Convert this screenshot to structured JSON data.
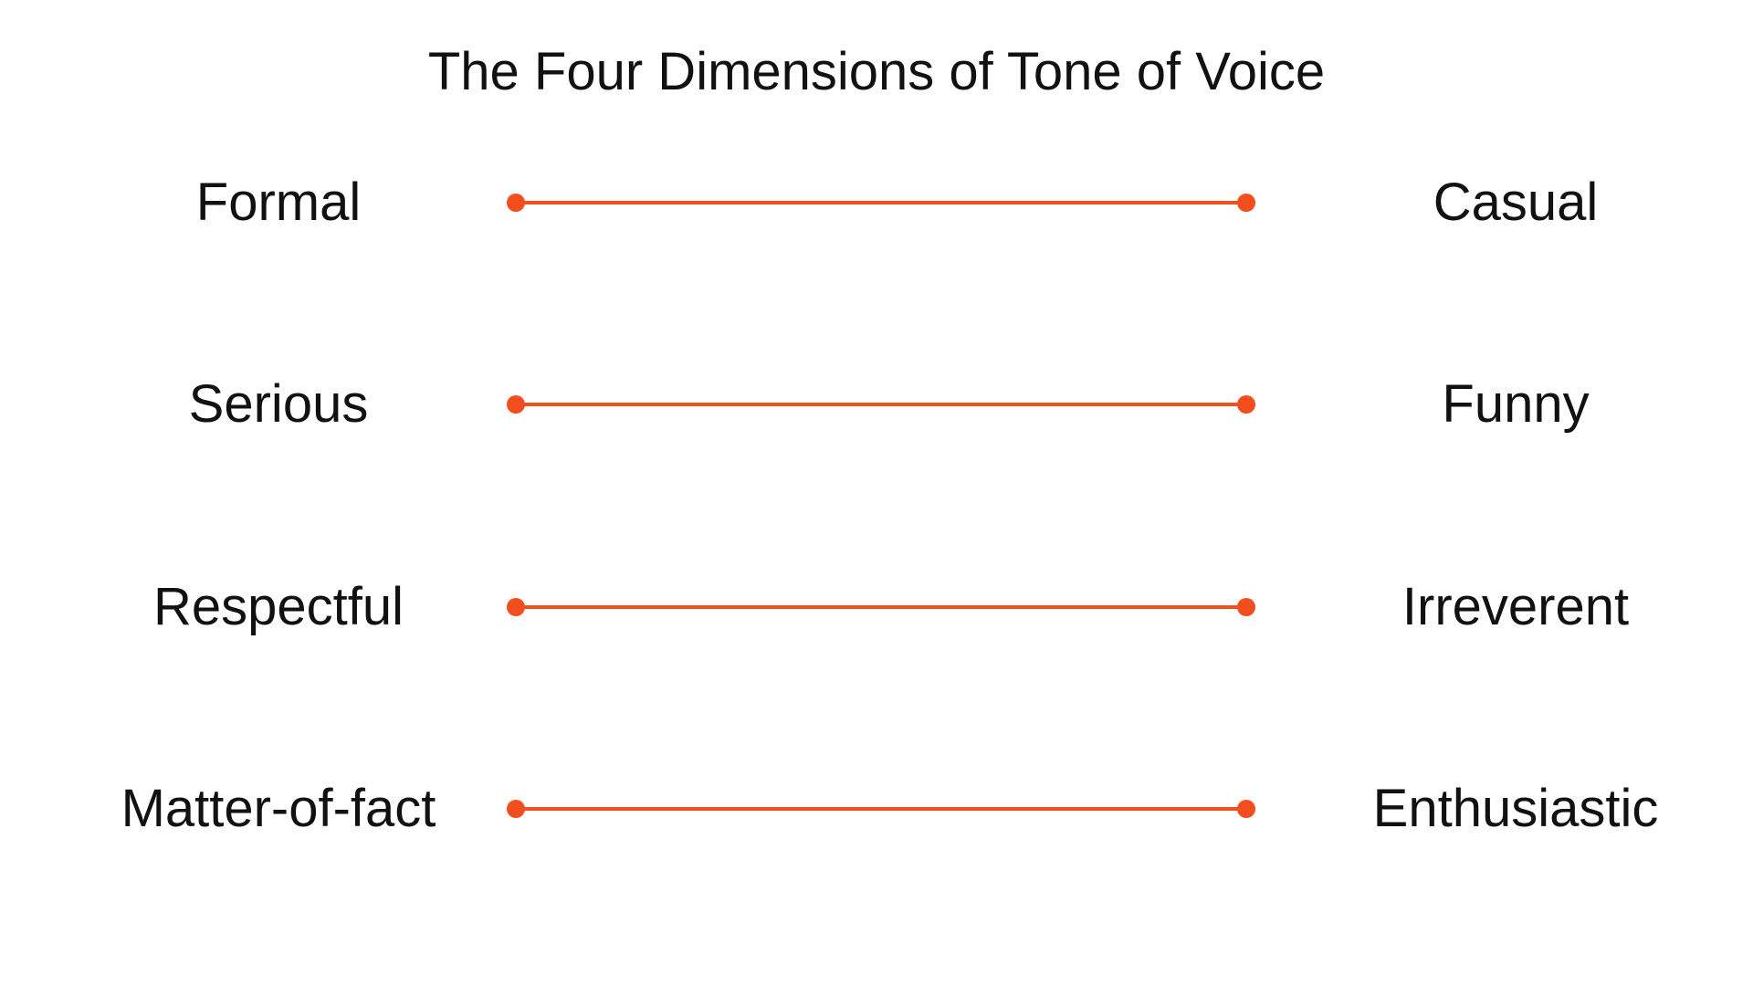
{
  "title": "The Four Dimensions of Tone of Voice",
  "accent_color": "#f24e1e",
  "dimensions": [
    {
      "left": "Formal",
      "right": "Casual"
    },
    {
      "left": "Serious",
      "right": "Funny"
    },
    {
      "left": "Respectful",
      "right": "Irreverent"
    },
    {
      "left": "Matter-of-fact",
      "right": "Enthusiastic"
    }
  ]
}
